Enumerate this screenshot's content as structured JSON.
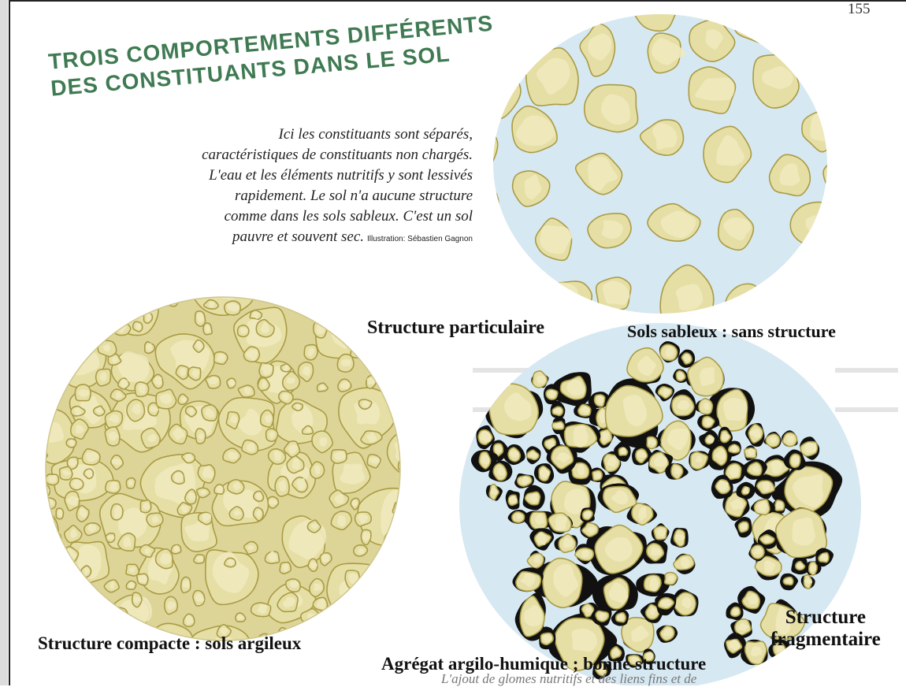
{
  "page_number": "155",
  "title": {
    "line1": "TROIS COMPORTEMENTS DIFFÉRENTS",
    "line2": "DES CONSTITUANTS DANS LE SOL"
  },
  "caption": {
    "text": "Ici les constituants sont séparés, caractéristiques de constituants non chargés. L'eau et les éléments nutritifs y sont lessivés rapidement. Le sol n'a aucune structure comme dans les sols sableux. C'est un sol pauvre et souvent sec.",
    "credit": "Illustration: Sébastien Gagnon"
  },
  "labels": {
    "particulaire": "Structure particulaire",
    "sableux": "Sols sableux : sans structure",
    "compacte": "Structure compacte : sols argileux",
    "agregat": "Agrégat argilo-humique ; bonne structure",
    "fragmentaire_1": "Structure",
    "fragmentaire_2": "fragmentaire"
  },
  "bleed_text": {
    "bottom": "L'ajout de glomes nutritifs et des liens fins et de"
  },
  "colors": {
    "grain_fill": "#e6dfa5",
    "grain_light": "#efe9be",
    "grain_outline": "#a99b45",
    "sand_water": "#d6e8f1",
    "clay_matrix": "#ddd497",
    "aggregate_border": "#111111",
    "title_green": "#3f7a52"
  }
}
